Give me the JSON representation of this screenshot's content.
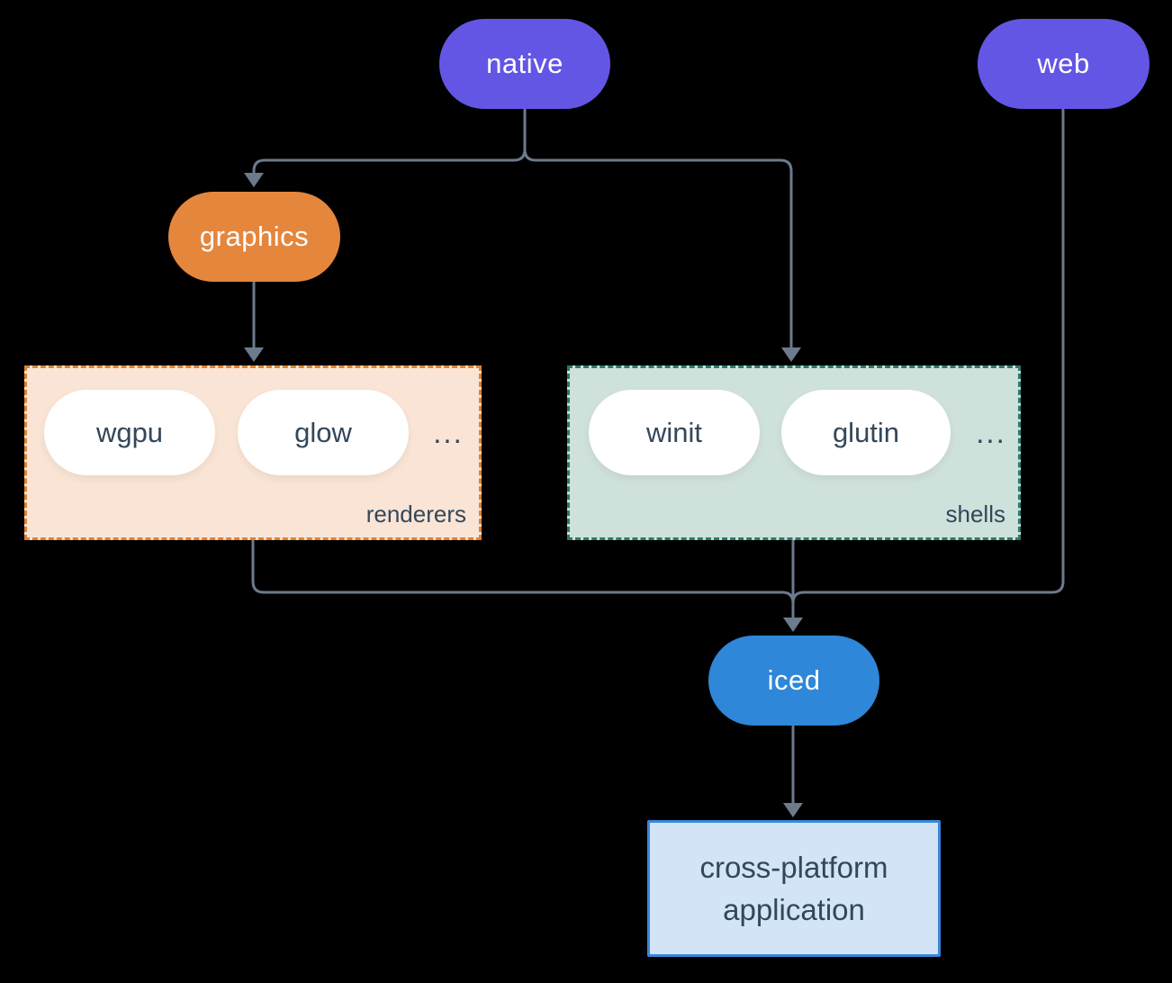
{
  "nodes": {
    "native": {
      "label": "native"
    },
    "web": {
      "label": "web"
    },
    "graphics": {
      "label": "graphics"
    },
    "iced": {
      "label": "iced"
    },
    "application": {
      "line1": "cross-platform",
      "line2": "application"
    }
  },
  "groups": {
    "renderers": {
      "label": "renderers",
      "items": [
        "wgpu",
        "glow"
      ],
      "more": "..."
    },
    "shells": {
      "label": "shells",
      "items": [
        "winit",
        "glutin"
      ],
      "more": "..."
    }
  },
  "colors": {
    "background": "#000000",
    "connector": "#6c7a8c",
    "purple": "#6456e4",
    "orange": "#e5863d",
    "blue": "#2e87d8",
    "renderers-fill": "#fae4d5",
    "renderers-border": "#e0812f",
    "shells-fill": "#cfe1db",
    "shells-border": "#2a7a6d",
    "app-fill": "#d2e4f5",
    "app-border": "#3a87d9",
    "ink": "#33475a",
    "pill-text": "#ffffff"
  }
}
